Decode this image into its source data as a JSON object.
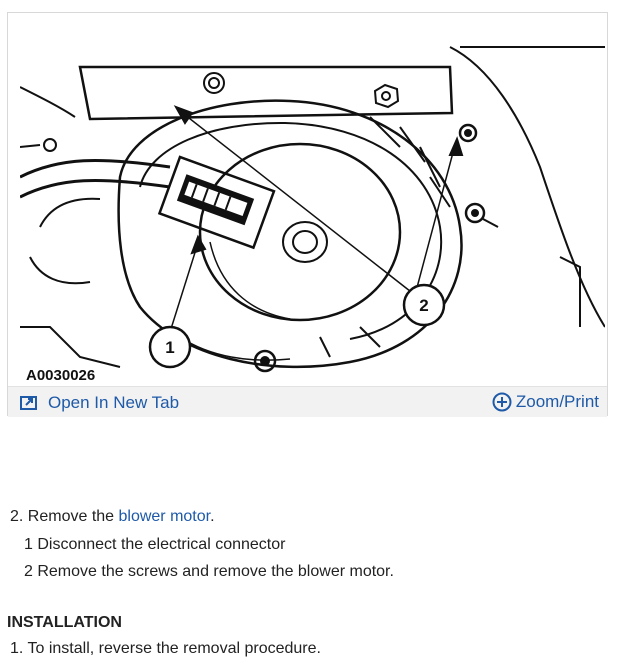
{
  "figure": {
    "id_label": "A0030026",
    "callouts": [
      "1",
      "2"
    ],
    "open_tab_label": "Open In New Tab",
    "zoom_print_label": "Zoom/Print",
    "link_color": "#1e5aa8"
  },
  "steps": {
    "remove_prefix": "2. Remove the ",
    "remove_link": "blower motor",
    "remove_suffix": ".",
    "sub1": "1  Disconnect the electrical connector",
    "sub2": "2  Remove the screws and remove the blower motor."
  },
  "installation": {
    "heading": "INSTALLATION",
    "step1": "1. To install, reverse the removal procedure."
  }
}
